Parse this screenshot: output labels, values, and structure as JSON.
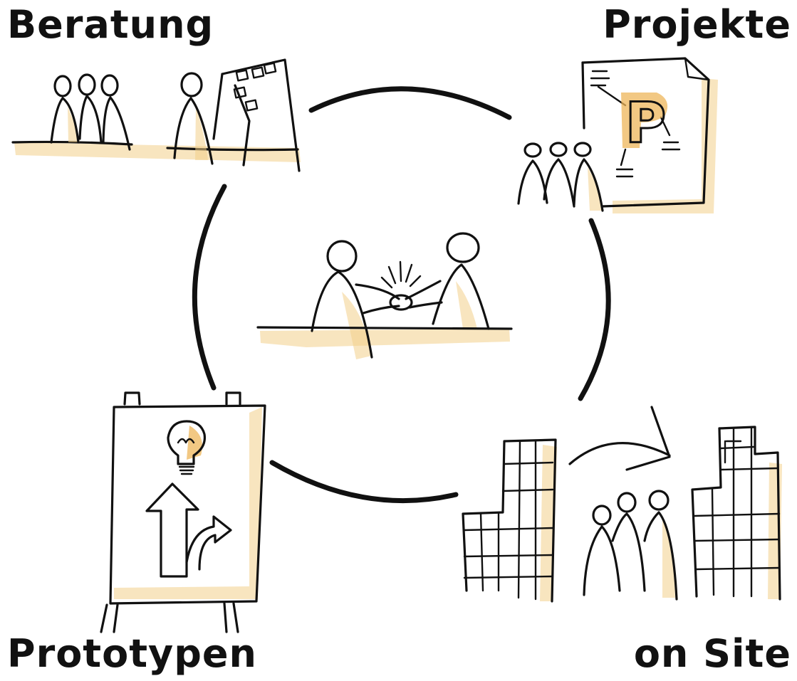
{
  "labels": {
    "top_left": "Beratung",
    "top_right": "Projekte",
    "bottom_left": "Prototypen",
    "bottom_right": "on Site"
  },
  "icon_letter": "P",
  "colors": {
    "ink": "#111111",
    "accent": "#eeb65a",
    "accent_light": "#f2cf8a",
    "background": "#ffffff"
  }
}
